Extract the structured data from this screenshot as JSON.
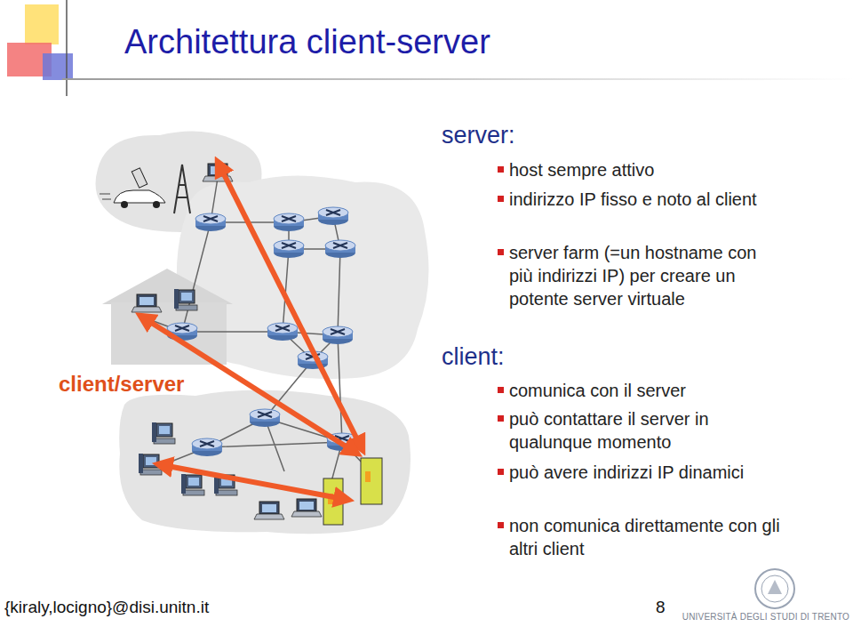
{
  "diagram": {
    "title": "Architettura client-server",
    "labels": [
      "server:",
      "host sempre attivo",
      "indirizzo IP fisso e noto al client",
      "server farm (=un hostname con più indirizzi IP) per creare un potente server virtuale",
      "client:",
      "comunica con il server",
      "può contattare il server in qualunque momento",
      "può avere indirizzi IP dinamici",
      "non comunica direttamente con gli altri client",
      "client/server",
      "{kiraly,locigno}@disi.unitn.it",
      "8",
      "UNIVERSITÀ DEGLI STUDI DI TRENTO"
    ]
  }
}
